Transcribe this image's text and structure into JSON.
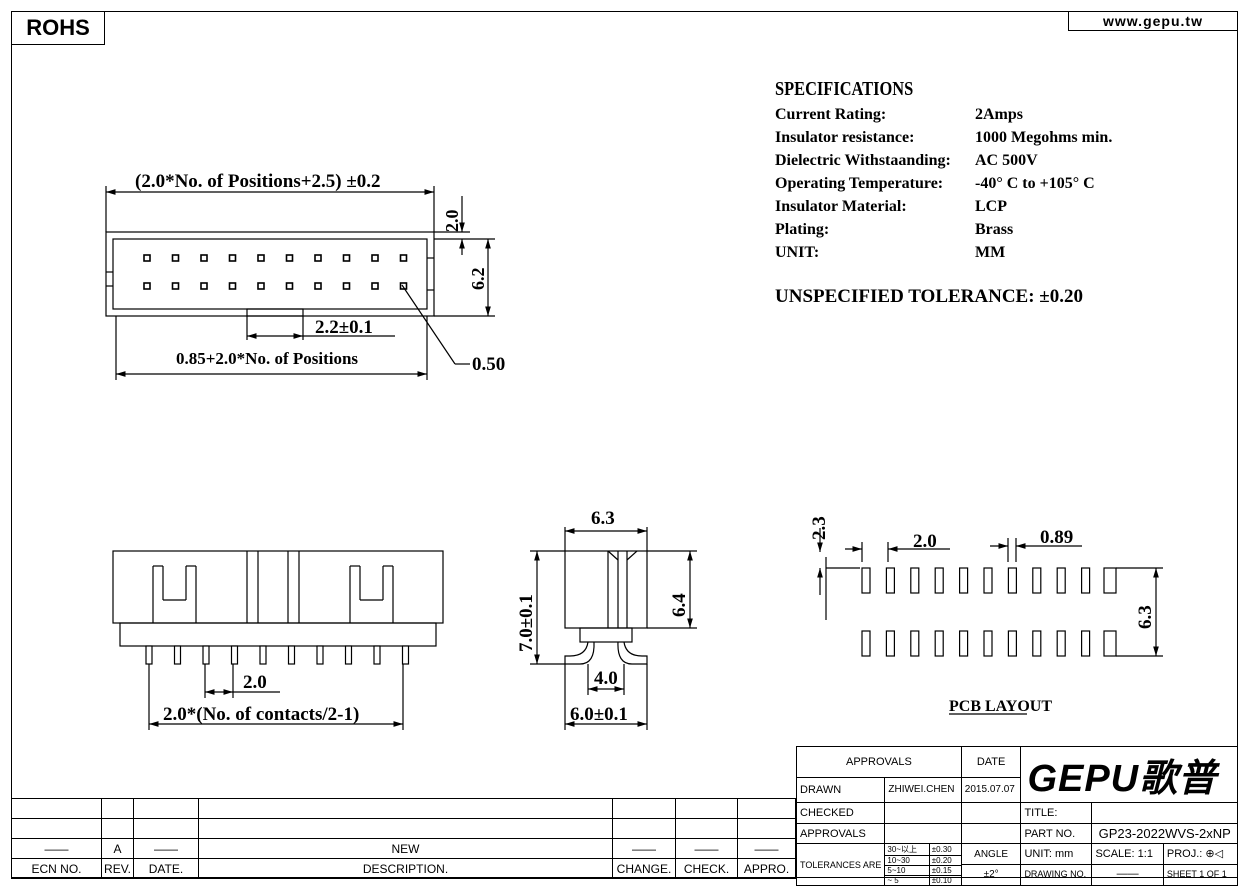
{
  "header": {
    "rohs": "ROHS",
    "website": "www.gepu.tw"
  },
  "specifications": {
    "title": "SPECIFICATIONS",
    "items": [
      {
        "label": "Current Rating:",
        "value": "2Amps"
      },
      {
        "label": "Insulator resistance:",
        "value": "1000 Megohms min."
      },
      {
        "label": "Dielectric Withstaanding:",
        "value": "AC 500V"
      },
      {
        "label": "Operating Temperature:",
        "value": "-40° C to +105° C"
      },
      {
        "label": "Insulator Material:",
        "value": "LCP"
      },
      {
        "label": "Plating:",
        "value": "Brass"
      },
      {
        "label": "UNIT:",
        "value": "MM"
      }
    ],
    "tolerance": "UNSPECIFIED TOLERANCE: ±0.20"
  },
  "dimensions": {
    "top_width": "(2.0*No. of Positions+2.5) ±0.2",
    "top_2_0": "2.0",
    "top_6_2": "6.2",
    "top_pitch": "2.2±0.1",
    "top_inner": "0.85+2.0*No. of Positions",
    "top_050": "0.50",
    "front_pitch": "2.0",
    "front_contacts": "2.0*(No. of contacts/2-1)",
    "side_63": "6.3",
    "side_64": "6.4",
    "side_70": "7.0±0.1",
    "side_40": "4.0",
    "side_60": "6.0±0.1",
    "pcb_23": "2.3",
    "pcb_20": "2.0",
    "pcb_089": "0.89",
    "pcb_63": "6.3",
    "pcb_title": "PCB LAYOUT"
  },
  "title_block": {
    "approvals": "APPROVALS",
    "date": "DATE",
    "drawn": "DRAWN",
    "drawn_by": "ZHIWEI.CHEN",
    "drawn_date": "2015.07.07",
    "checked": "CHECKED",
    "approvals2": "APPROVALS",
    "tolerances_are": "TOLERANCES ARE",
    "tol_rows": [
      {
        "range": "30~以上",
        "tol": "±0.30"
      },
      {
        "range": "10~30",
        "tol": "±0.20"
      },
      {
        "range": "5~10",
        "tol": "±0.15"
      },
      {
        "range": "~ 5",
        "tol": "±0.10"
      }
    ],
    "angle": "ANGLE",
    "angle_tol": "±2°",
    "logo": "GEPU歌普",
    "title_label": "TITLE:",
    "part_no_label": "PART NO.",
    "part_no": "GP23-2022WVS-2xNP",
    "unit_label": "UNIT:",
    "unit": "mm",
    "scale_label": "SCALE:",
    "scale": "1:1",
    "proj_label": "PROJ.:",
    "drawing_no_label": "DRAWING NO.",
    "sheet": "SHEET 1 OF 1"
  },
  "revision_block": {
    "rev_value": "A",
    "desc_value": "NEW",
    "ecn_no": "ECN NO.",
    "rev": "REV.",
    "date": "DATE.",
    "description": "DESCRIPTION.",
    "change": "CHANGE.",
    "check": "CHECK.",
    "appro": "APPRO."
  }
}
